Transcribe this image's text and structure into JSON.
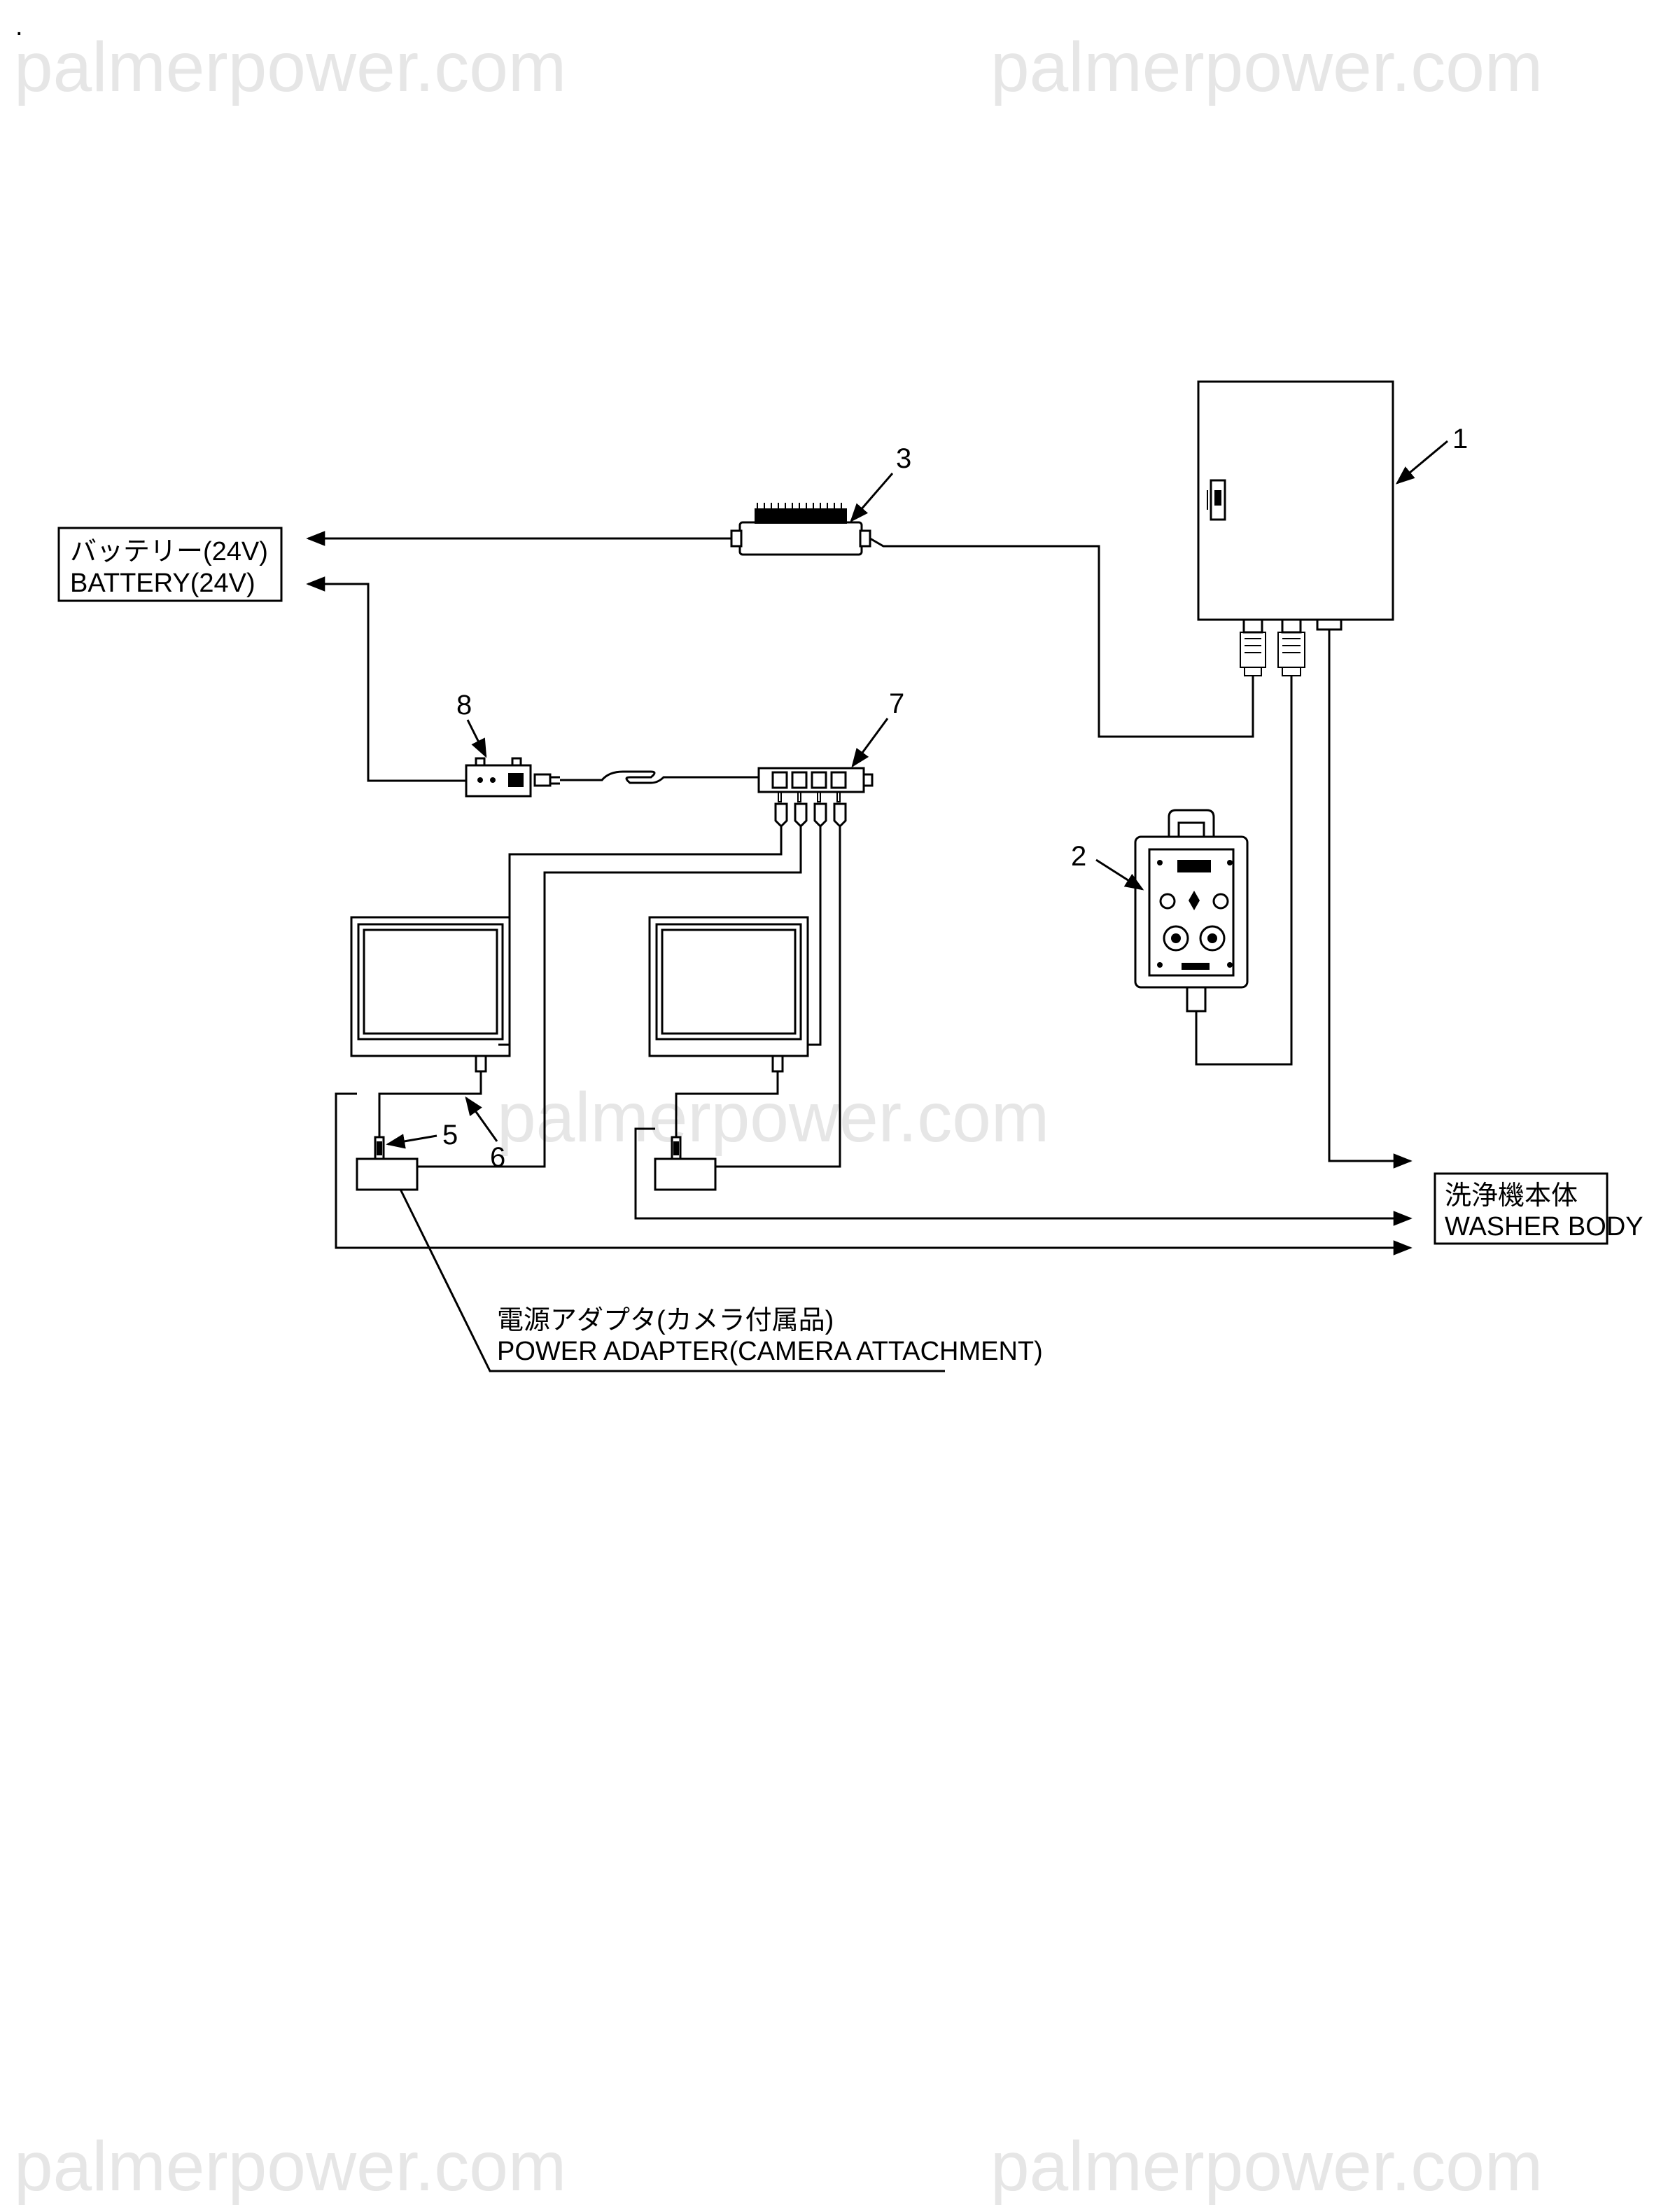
{
  "watermark": "palmerpower.com",
  "page_mark": ".",
  "labels": {
    "battery_jp": "バッテリー(24V)",
    "battery_en": "BATTERY(24V)",
    "washer_jp": "洗浄機本体",
    "washer_en": "WASHER BODY",
    "adapter_jp": "電源アダプタ(カメラ付属品)",
    "adapter_en": "POWER ADAPTER(CAMERA ATTACHMENT)"
  },
  "callouts": [
    "1",
    "2",
    "3",
    "5",
    "6",
    "7",
    "8"
  ]
}
